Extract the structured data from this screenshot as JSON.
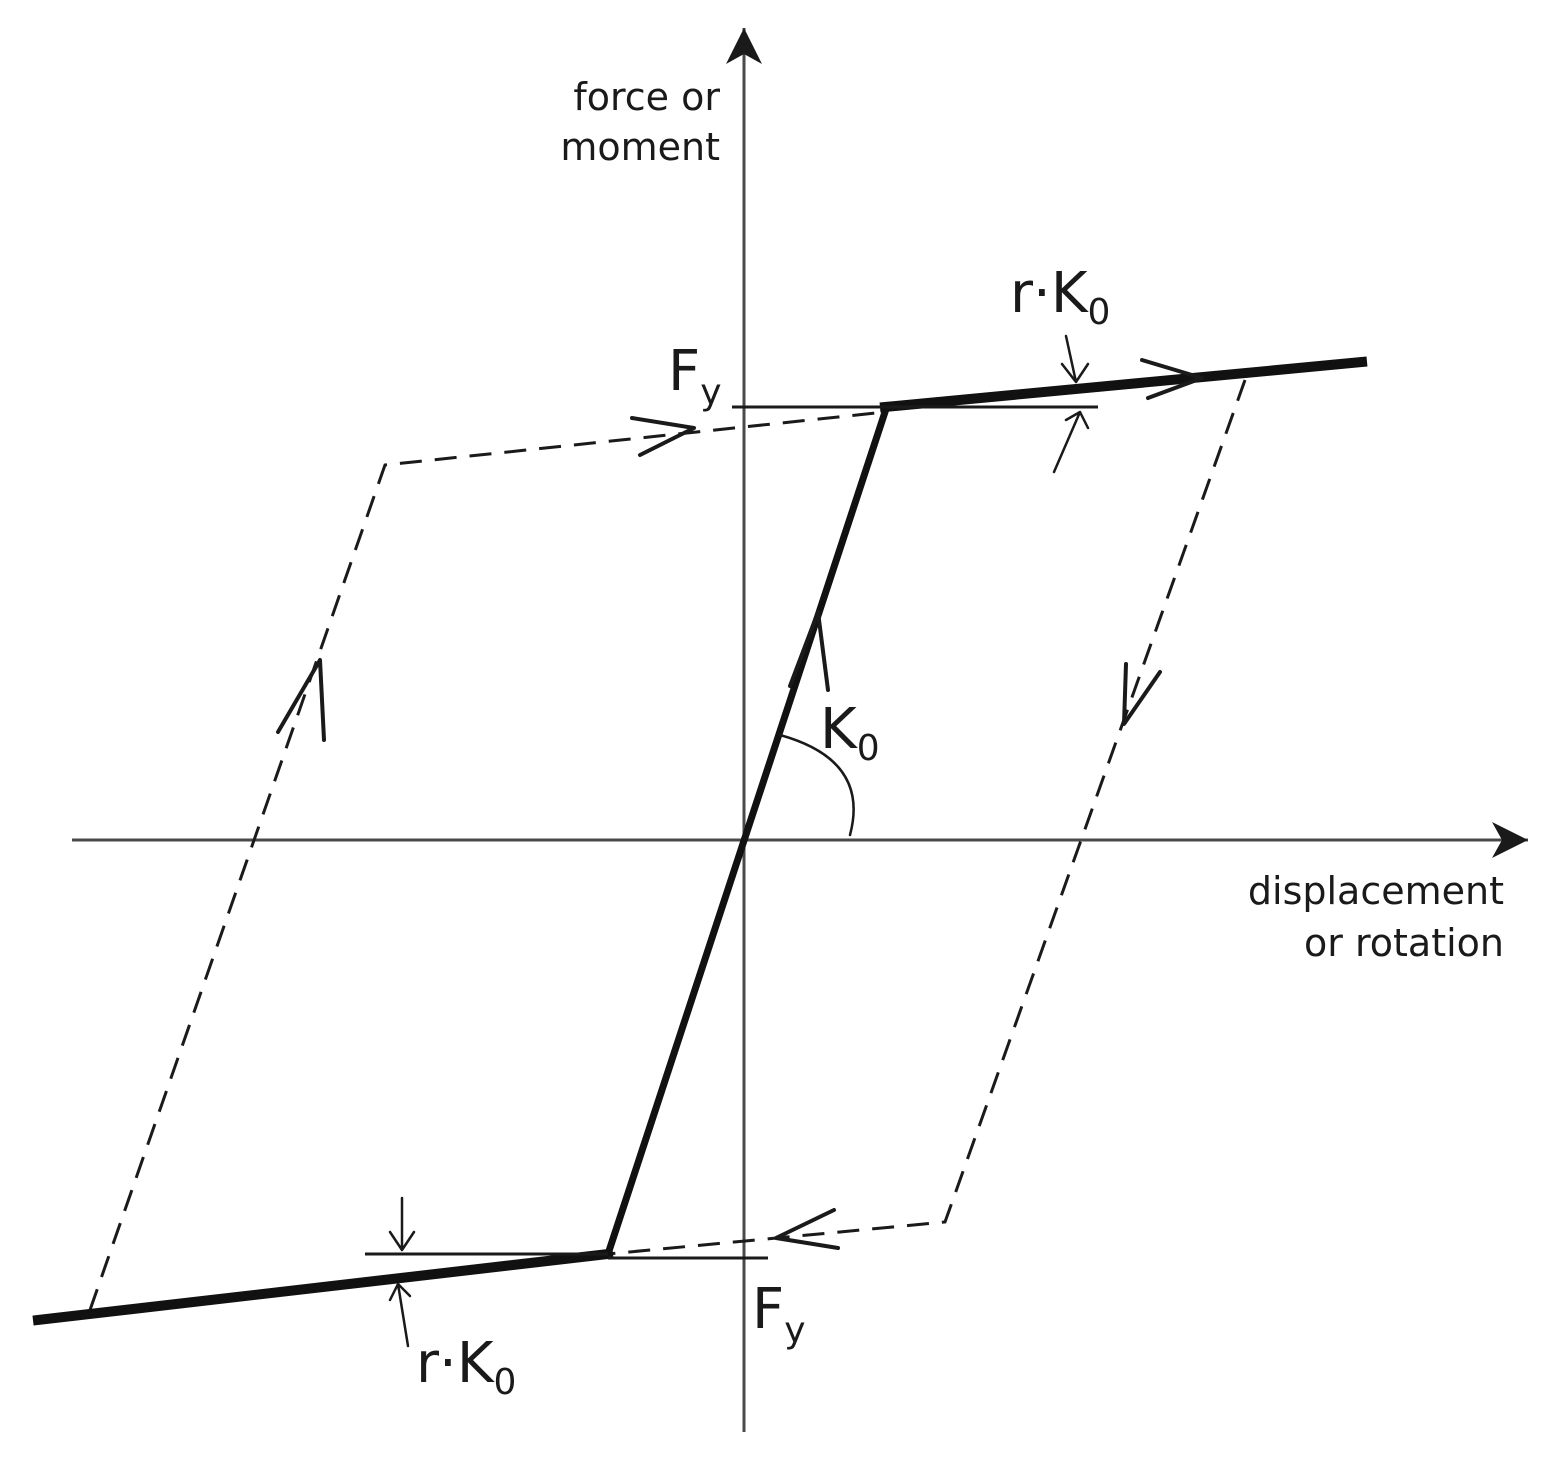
{
  "labels": {
    "y_axis_line1": "force or",
    "y_axis_line2": "moment",
    "x_axis_line1": "displacement",
    "x_axis_line2": "or rotation",
    "fy_top_main": "F",
    "fy_top_sub": "y",
    "fy_bottom_main": "F",
    "fy_bottom_sub": "y",
    "rk0_top_main": "r·K",
    "rk0_top_sub": "0",
    "rk0_bottom_main": "r·K",
    "rk0_bottom_sub": "0",
    "k0_main": "K",
    "k0_sub": "0"
  },
  "colors": {
    "ink": "#1a1a1a",
    "axis": "#4a4a4a",
    "background": "#ffffff"
  }
}
